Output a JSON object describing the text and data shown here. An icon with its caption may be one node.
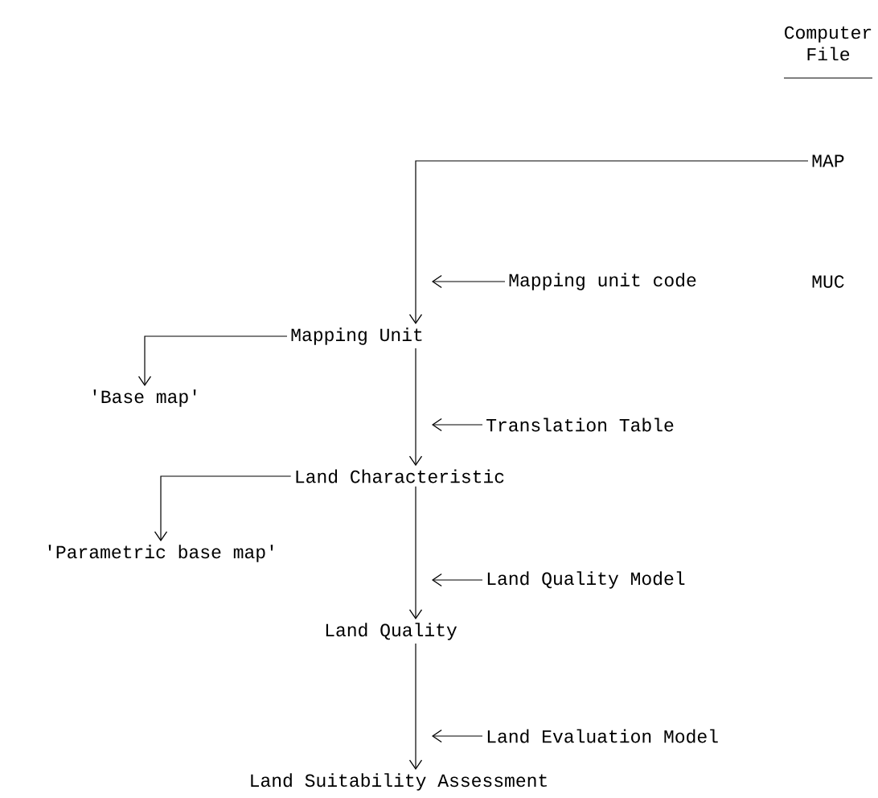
{
  "diagram": {
    "nodes": [
      {
        "text": [
          "MAP"
        ]
      },
      {
        "text": [
          "Mapping Unit"
        ]
      },
      {
        "text": [
          "'Base map'"
        ]
      },
      {
        "text": [
          "Land Characteristic"
        ]
      },
      {
        "text": [
          "'Parametric base map'"
        ]
      },
      {
        "text": [
          "Land Quality"
        ]
      },
      {
        "text": [
          "Land Suitability Assessment"
        ]
      },
      {
        "text": [
          "Mapping unit code"
        ]
      },
      {
        "text": [
          "Translation Table"
        ]
      },
      {
        "text": [
          "Land Quality Model"
        ]
      },
      {
        "text": [
          "Land Evaluation Model"
        ]
      }
    ],
    "edges": [
      {
        "from": 0,
        "to": 1,
        "arrow": "to"
      },
      {
        "from": 1,
        "to": 2,
        "arrow": "to"
      },
      {
        "from": 1,
        "to": 3,
        "arrow": "to"
      },
      {
        "from": 3,
        "to": 4,
        "arrow": "to"
      },
      {
        "from": 3,
        "to": 5,
        "arrow": "to"
      },
      {
        "from": 5,
        "to": 6,
        "arrow": "to"
      },
      {
        "from": 7,
        "to": null,
        "arrow": "to"
      },
      {
        "from": 8,
        "to": null,
        "arrow": "to"
      },
      {
        "from": 9,
        "to": null,
        "arrow": "to"
      },
      {
        "from": 10,
        "to": null,
        "arrow": "to"
      }
    ],
    "labels": [
      "Computer File",
      "MUC"
    ]
  }
}
